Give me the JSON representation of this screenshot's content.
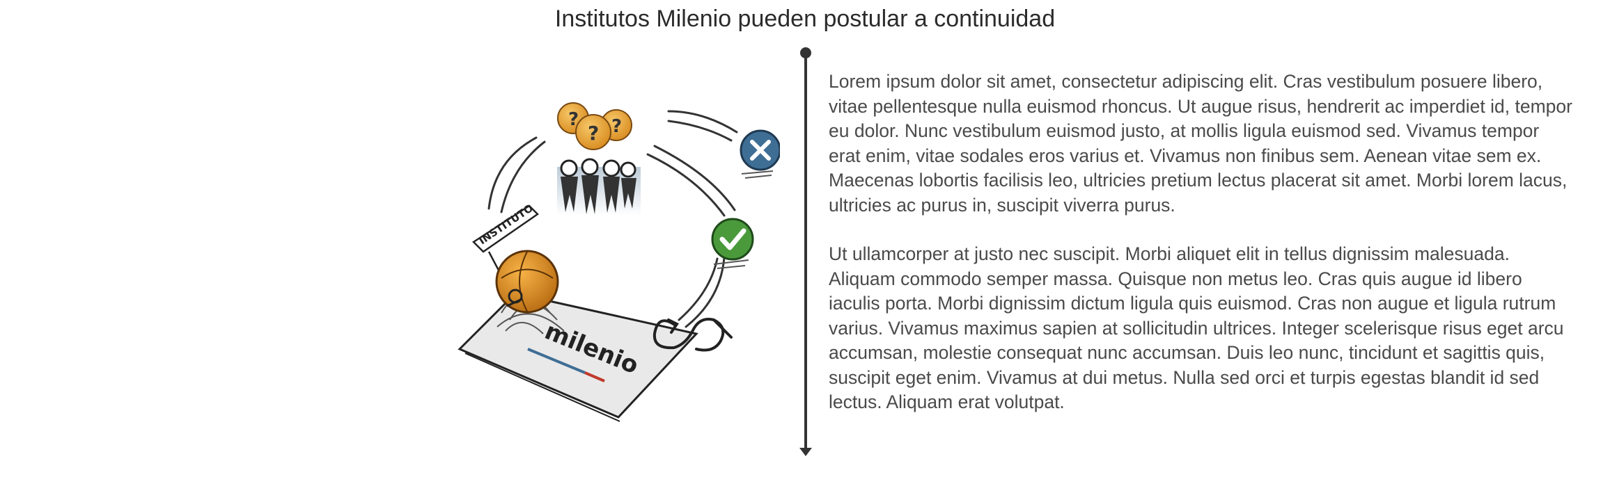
{
  "header": {
    "title": "Institutos Milenio pueden postular a continuidad"
  },
  "illustration": {
    "banner_label": "INSTITUTO",
    "card_label": "milenio",
    "question_mark": "?",
    "icons": [
      "question-coin-icon",
      "people-icon",
      "cross-badge-icon",
      "check-badge-icon",
      "cycle-arrow-icon",
      "institute-globe-icon",
      "milenio-card"
    ]
  },
  "content": {
    "paragraph_1": "Lorem ipsum dolor sit amet, consectetur adipiscing elit. Cras vestibulum posuere libero, vitae pellentesque nulla euismod rhoncus. Ut augue risus, hendrerit ac imperdiet id, tempor eu dolor. Nunc vestibulum euismod justo, at mollis ligula euismod sed. Vivamus tempor erat enim, vitae sodales eros varius et. Vivamus non finibus sem. Aenean vitae sem ex. Maecenas lobortis facilisis leo, ultricies pretium lectus placerat sit amet. Morbi lorem lacus, ultricies ac purus in, suscipit viverra purus.",
    "paragraph_2": "Ut ullamcorper at justo nec suscipit. Morbi aliquet elit in tellus dignissim malesuada. Aliquam commodo semper massa. Quisque non metus leo. Cras quis augue id libero iaculis porta. Morbi dignissim dictum ligula quis euismod. Cras non augue et ligula rutrum varius. Vivamus maximus sapien at sollicitudin ultrices. Integer scelerisque risus eget arcu accumsan, molestie consequat nunc accumsan. Duis leo nunc, tincidunt et sagittis quis, suscipit eget enim. Vivamus at dui metus. Nulla sed orci et turpis egestas blandit id sed lectus. Aliquam erat volutpat."
  },
  "colors": {
    "text": "#4a4a4a",
    "title": "#2b2b2b",
    "coin": "#e8a43a",
    "cross_badge": "#3f6e95",
    "check_badge": "#4a9a3c",
    "globe": "#e39a2e"
  }
}
